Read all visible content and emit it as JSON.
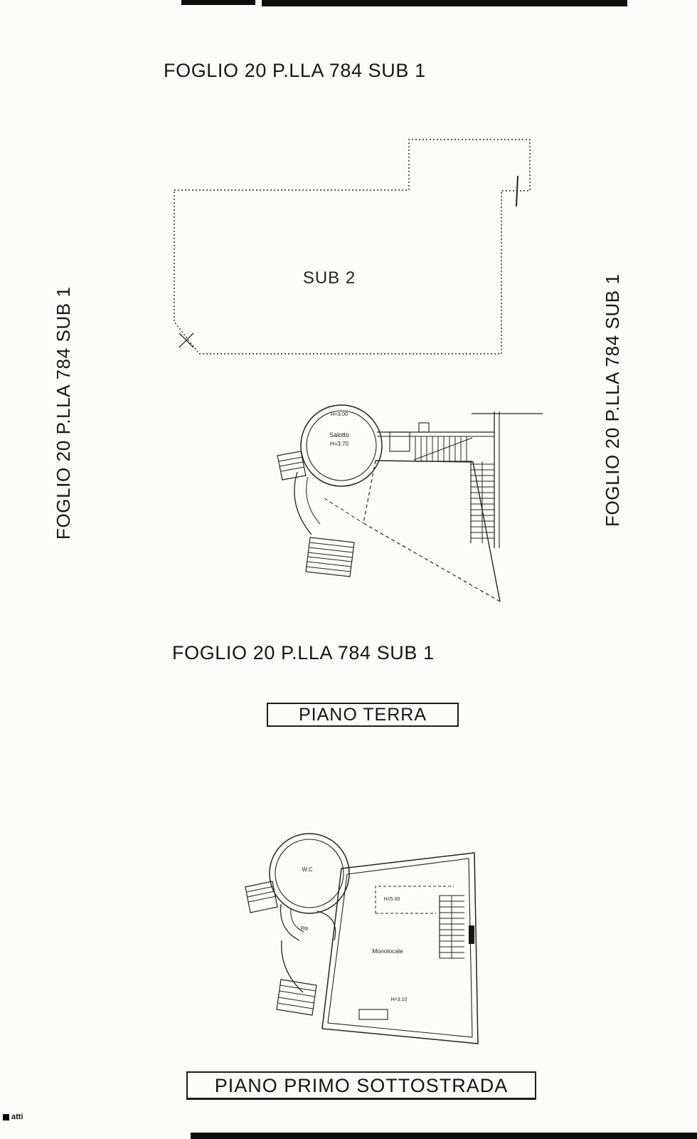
{
  "headers": {
    "title_top": "FOGLIO 20 P.LLA 784 SUB 1",
    "title_middle": "FOGLIO 20 P.LLA 784 SUB 1",
    "side_left": "FOGLIO 20 P.LLA 784 SUB 1",
    "side_right": "FOGLIO 20 P.LLA 784 SUB 1"
  },
  "floor_labels": {
    "ground": "PIANO TERRA",
    "basement": "PIANO PRIMO SOTTOSTRADA"
  },
  "sub2_plan": {
    "label": "SUB 2"
  },
  "ground_plan": {
    "ceiling_height": "H=3.00",
    "room": "Salotto",
    "room_height": "H=3.70"
  },
  "basement_plan": {
    "wc": "W.C",
    "storage": "Rip",
    "room": "Monolocale",
    "height_upper": "H=5.00",
    "height_lower": "H=3.10"
  },
  "scan": {
    "corner_note": "atti"
  }
}
